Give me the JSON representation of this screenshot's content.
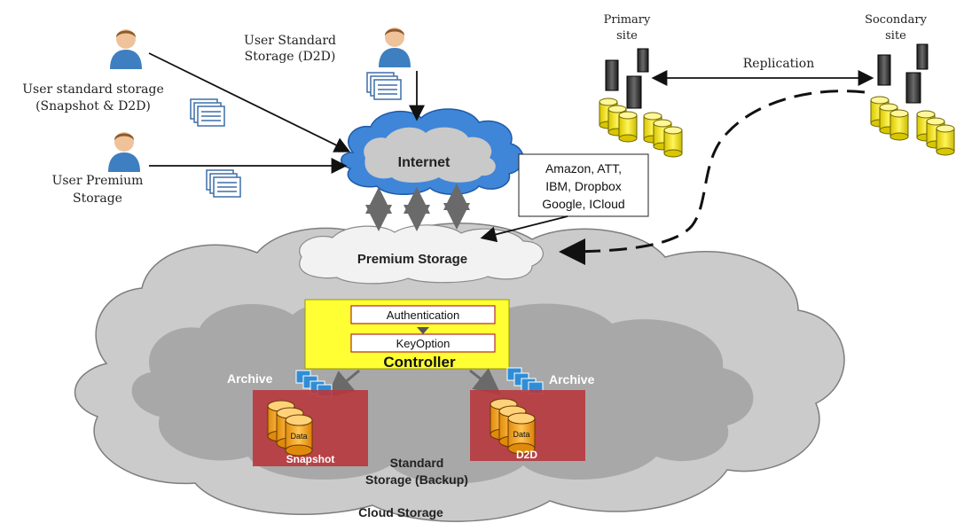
{
  "users": {
    "standard_d2d": [
      "User Standard",
      "Storage (D2D)"
    ],
    "standard_snapshot": [
      "User standard storage",
      "(Snapshot & D2D)"
    ],
    "premium": [
      "User Premium",
      "Storage"
    ]
  },
  "internet_label": "Internet",
  "providers": [
    "Amazon, ATT,",
    "IBM, Dropbox",
    "Google, ICloud"
  ],
  "sites": {
    "primary": [
      "Primary",
      "site"
    ],
    "secondary": [
      "Socondary",
      "site"
    ],
    "replication": "Replication"
  },
  "premium_storage_label": "Premium Storage",
  "controller": {
    "authentication": "Authentication",
    "keyoption": "KeyOption",
    "label": "Controller"
  },
  "archive_label": "Archive",
  "databases": {
    "data_label": "Data",
    "snapshot": "Snapshot",
    "d2d": "D2D"
  },
  "standard_storage": [
    "Standard",
    "Storage (Backup)"
  ],
  "cloud_storage_label": "Cloud Storage",
  "colors": {
    "user_blue": "#3d7fc1",
    "skin": "#f0c29a",
    "hair": "#8a5a2b",
    "cloud_gray": "#c9c9c9",
    "cloud_dark": "#9a9a9a",
    "internet_blue": "#3f86d9",
    "controller_yellow": "#ffff33",
    "db_red": "#b7373d",
    "cylinder_orange": "#f5a623",
    "disk_yellow": "#f7e82a",
    "archive_blue": "#2f8dd6"
  }
}
